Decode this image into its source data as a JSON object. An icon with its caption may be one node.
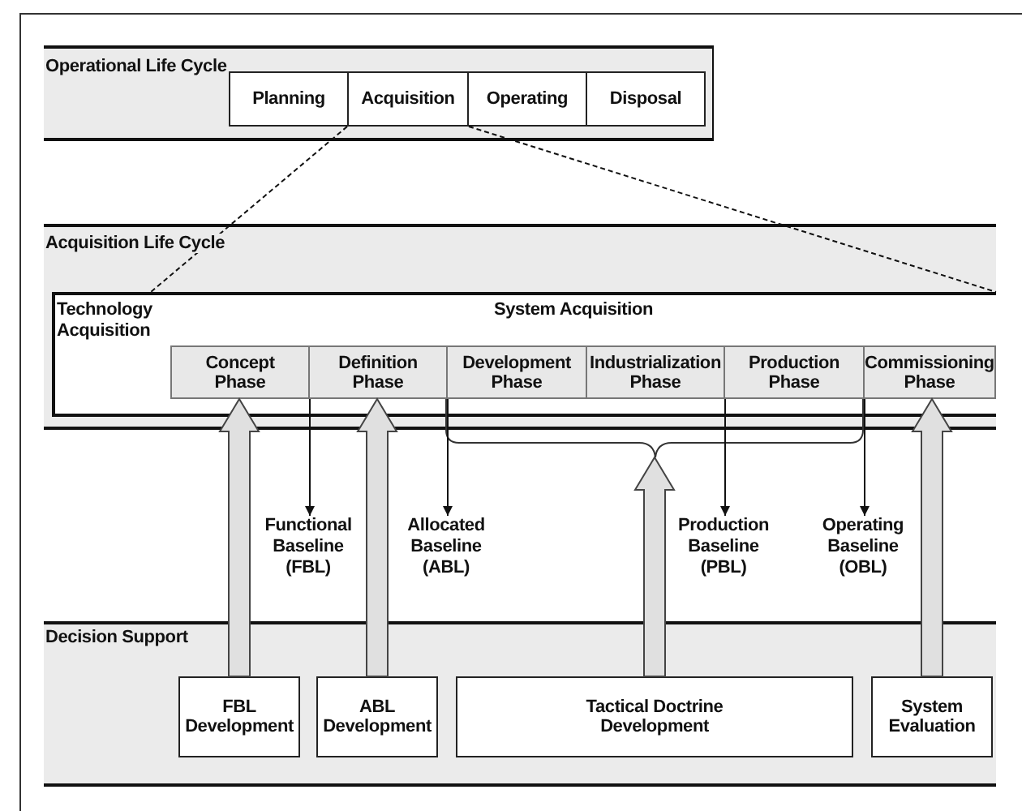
{
  "diagram": {
    "nodes": [
      {
        "text": [
          "Operational Life Cycle"
        ]
      },
      {
        "text": [
          "Planning"
        ],
        "in": 0
      },
      {
        "text": [
          "Acquisition"
        ],
        "in": 0
      },
      {
        "text": [
          "Operating"
        ],
        "in": 0
      },
      {
        "text": [
          "Disposal"
        ],
        "in": 0
      },
      {
        "text": [
          "Acquisition Life Cycle"
        ]
      },
      {
        "text": [
          "Technology Acquisition"
        ],
        "in": 5
      },
      {
        "text": [
          "System Acquisition"
        ],
        "in": 5
      },
      {
        "text": [
          "Concept Phase"
        ],
        "in": 7
      },
      {
        "text": [
          "Definition Phase"
        ],
        "in": 7
      },
      {
        "text": [
          "Development Phase"
        ],
        "in": 7
      },
      {
        "text": [
          "Industrialization Phase"
        ],
        "in": 7
      },
      {
        "text": [
          "Production Phase"
        ],
        "in": 7
      },
      {
        "text": [
          "Commissioning Phase"
        ],
        "in": 7
      },
      {
        "text": [
          "Functional Baseline (FBL)"
        ]
      },
      {
        "text": [
          "Allocated Baseline (ABL)"
        ]
      },
      {
        "text": [
          "Production Baseline (PBL)"
        ]
      },
      {
        "text": [
          "Operating Baseline (OBL)"
        ]
      },
      {
        "text": [
          "Decision Support"
        ]
      },
      {
        "text": [
          "FBL Development"
        ],
        "in": 18
      },
      {
        "text": [
          "ABL Development"
        ],
        "in": 18
      },
      {
        "text": [
          "Tactical Doctrine Development"
        ],
        "in": 18
      },
      {
        "text": [
          "System Evaluation"
        ],
        "in": 18
      }
    ],
    "edges": [
      {
        "from": 2,
        "to": 7,
        "arrow": "none",
        "style": "dashed"
      },
      {
        "from": 2,
        "to": 7,
        "arrow": "none",
        "style": "dashed"
      },
      {
        "from": 8,
        "to": 14,
        "arrow": "to"
      },
      {
        "from": 9,
        "to": 15,
        "arrow": "to"
      },
      {
        "from": 11,
        "to": 16,
        "arrow": "to"
      },
      {
        "from": 12,
        "to": 17,
        "arrow": "to"
      },
      {
        "from": 19,
        "to": 8,
        "arrow": "to",
        "style": "thick"
      },
      {
        "from": 20,
        "to": 9,
        "arrow": "to",
        "style": "thick"
      },
      {
        "from": 21,
        "to": null,
        "arrow": "to",
        "style": "thick"
      },
      {
        "from": 22,
        "to": 13,
        "arrow": "to",
        "style": "thick"
      }
    ]
  }
}
